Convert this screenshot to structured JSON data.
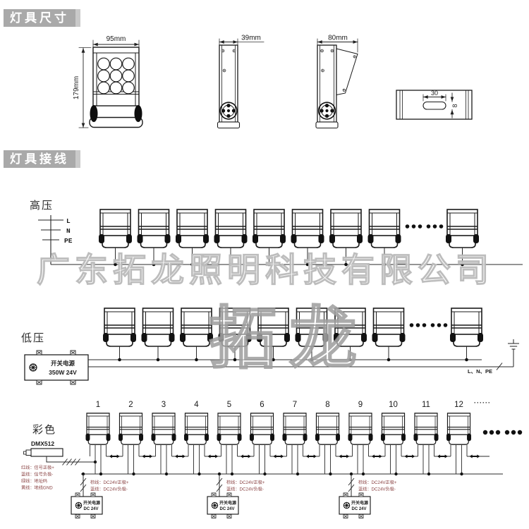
{
  "headers": {
    "dimensions": "灯具尺寸",
    "wiring": "灯具接线"
  },
  "dims": {
    "front_width": "95mm",
    "front_height": "179mm",
    "side_width": "39mm",
    "bracket_width": "80mm",
    "slot_width": "30",
    "slot_height": "8"
  },
  "hv": {
    "label": "高压",
    "terminals": [
      "L",
      "N",
      "PE"
    ]
  },
  "lv": {
    "label": "低压",
    "psu_line1": "开关电源",
    "psu_line2": "350W 24V",
    "mains": "L、N、PE"
  },
  "color": {
    "label": "彩色",
    "dmx": "DMX512",
    "legend": [
      "红线：信号正极+",
      "蓝线：信号负极-",
      "绿线：地址码",
      "黄线：地线GND"
    ],
    "numbers": [
      "1",
      "2",
      "3",
      "4",
      "5",
      "6",
      "7",
      "8",
      "9",
      "10",
      "11",
      "12"
    ],
    "ellipsis": "······",
    "psu_line1": "开关电源",
    "psu_line2": "DC 24V",
    "note1": "棕线：DC24V正极+",
    "note2": "蓝线：DC24V负极-"
  },
  "watermark": {
    "company": "广东拓龙照明科技有限公司",
    "brand": "拓龙"
  },
  "colors": {
    "header_bg": "#a9a9a9",
    "line": "#222222",
    "note_text": "#8b4444",
    "watermark": "#b2b2b2"
  }
}
